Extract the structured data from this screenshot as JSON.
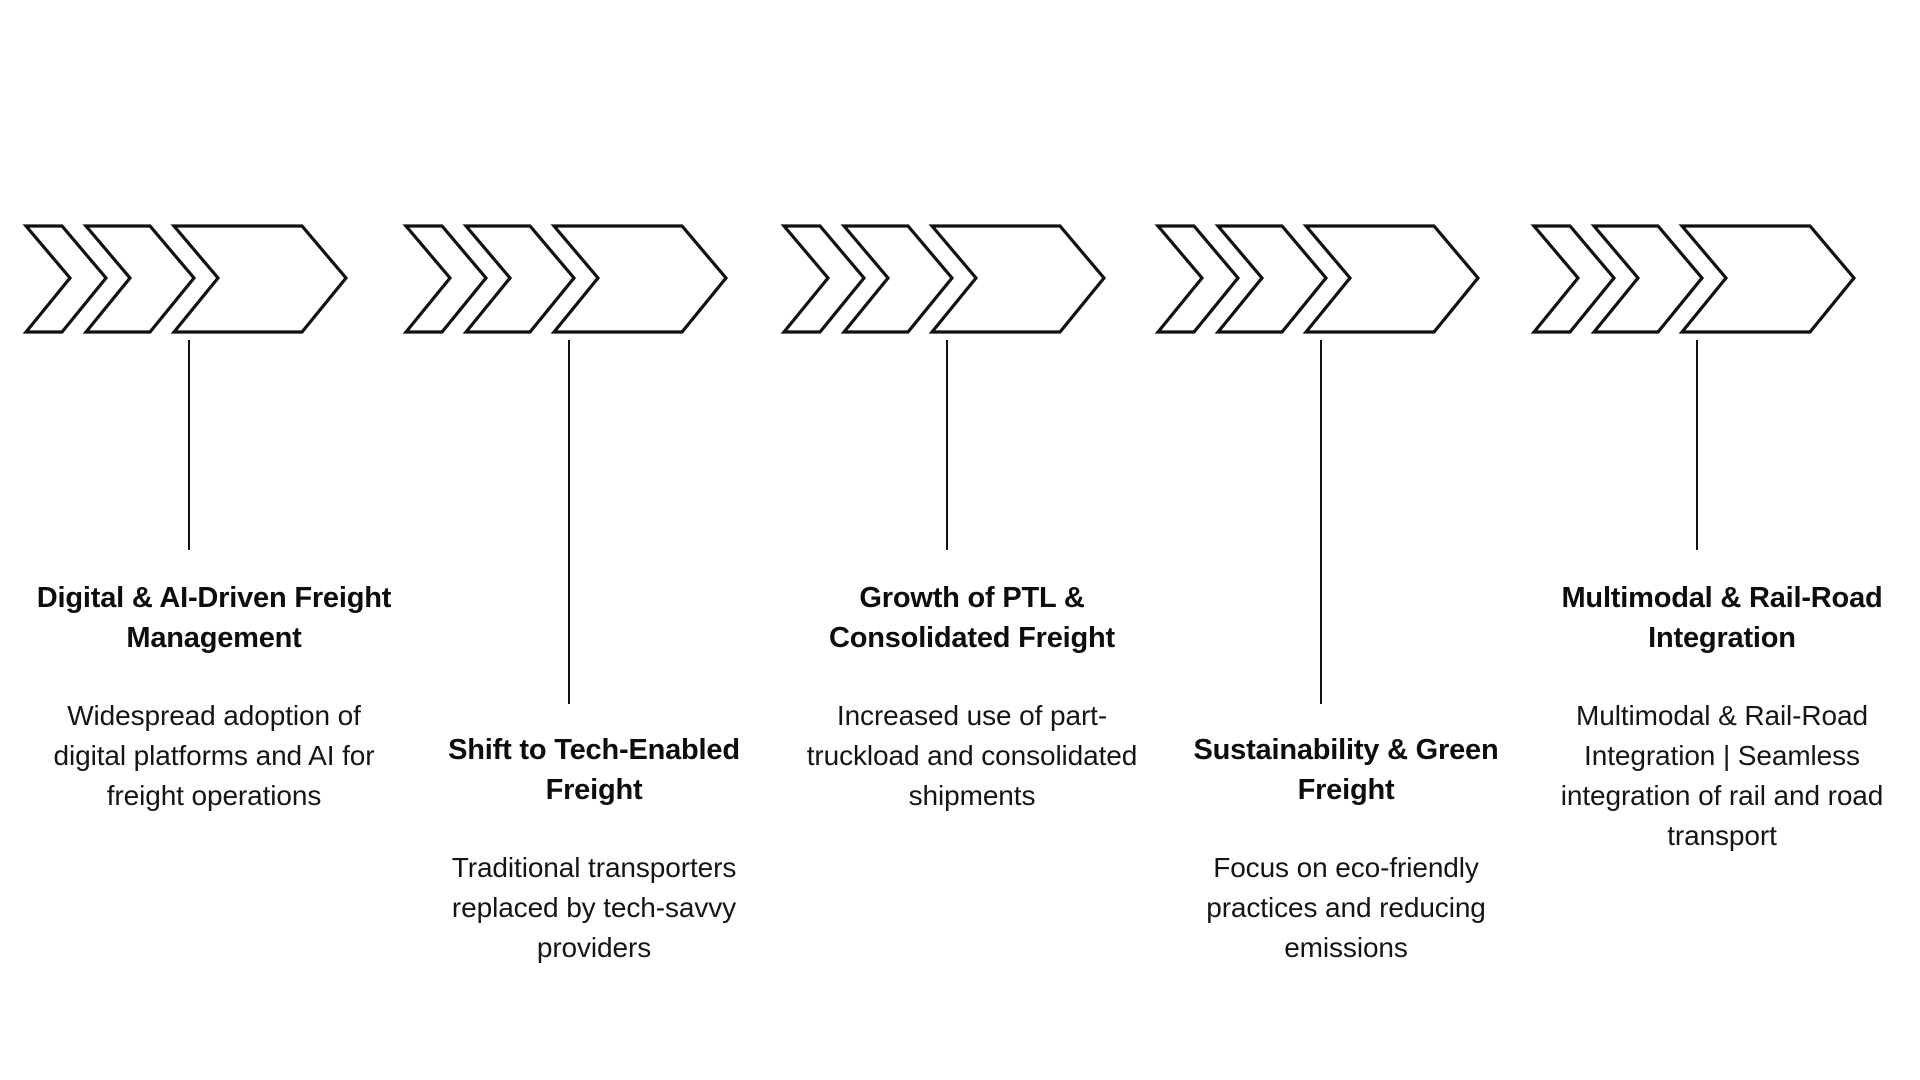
{
  "diagram": {
    "kind": "horizontal-process-chevron-timeline",
    "stage_count": 5,
    "colors": {
      "background": "#ffffff",
      "stroke": "#111111",
      "title_text": "#0d0d0d",
      "body_text": "#151515"
    },
    "chevron_icon_name": "triple-chevron-right-icon",
    "stages": [
      {
        "index": "1",
        "title": "Digital & AI-Driven Freight Management",
        "description": "Widespread adoption of digital platforms and AI for freight operations"
      },
      {
        "index": "2",
        "title": "Shift to Tech-Enabled Freight",
        "description": "Traditional transporters replaced by tech-savvy providers"
      },
      {
        "index": "3",
        "title": "Growth of PTL & Consolidated Freight",
        "description": "Increased use of part-truckload and consolidated shipments"
      },
      {
        "index": "4",
        "title": "Sustainability & Green Freight",
        "description": "Focus on eco-friendly practices and reducing emissions"
      },
      {
        "index": "5",
        "title": "Multimodal & Rail-Road Integration",
        "description": "Multimodal & Rail-Road Integration | Seamless integration of rail and road transport"
      }
    ]
  }
}
